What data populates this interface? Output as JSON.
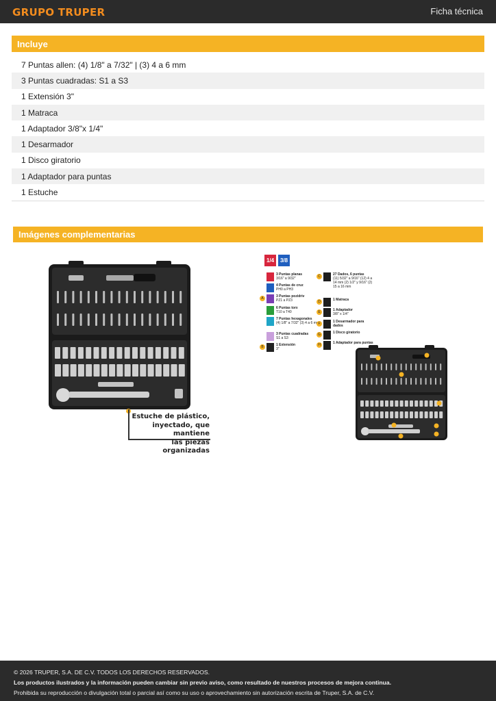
{
  "header": {
    "logo": "GRUPO TRUPER",
    "doc_type": "Ficha técnica"
  },
  "incluye": {
    "title": "Incluye",
    "items": [
      "7 Puntas allen: (4) 1/8\" a 7/32\" | (3) 4 a 6 mm",
      "3 Puntas cuadradas: S1 a S3",
      "1 Extensión 3\"",
      "1 Matraca",
      "1 Adaptador 3/8\"x 1/4\"",
      "1 Desarmador",
      "1 Disco giratorio",
      "1 Adaptador para puntas",
      "1 Estuche"
    ]
  },
  "imagenes": {
    "title": "Imágenes complementarias",
    "case_callout": [
      "Estuche de plástico,",
      "inyectado, que mantiene",
      "las piezas organizadas"
    ],
    "legend": {
      "badges": [
        "1/4",
        "3/8"
      ],
      "left": [
        {
          "title": "3 Puntas planas",
          "detail": "3/16\" a 9/32\"",
          "color": "#d7263d"
        },
        {
          "title": "4 Puntas de cruz",
          "detail": "PH0 a PH3",
          "color": "#1f5fbf"
        },
        {
          "title": "3 Puntas pozidriv",
          "detail": "PZ1 a PZ3",
          "color": "#7b3fb5",
          "marker": "A"
        },
        {
          "title": "6 Puntas torx",
          "detail": "T10 a T40",
          "color": "#2a9d3a"
        },
        {
          "title": "7 Puntas hexagonales",
          "detail": "(4) 1/8\" a 7/32\" (3) 4 a 6 mm",
          "color": "#1fa5c7"
        },
        {
          "title": "3 Puntas cuadradas",
          "detail": "S1 a S3",
          "color": "#c9a0dc"
        },
        {
          "title": "1 Extensión",
          "detail": "3\"",
          "color": "#222222",
          "marker": "B"
        }
      ],
      "right": [
        {
          "title": "27 Dados, 6 puntas",
          "detail": "(11) 5/32\" a 9/16\" (12) 4 a 14 mm (2) 1/2\" y 9/16\" (2) 15 a 16 mm",
          "marker": "C"
        },
        {
          "title": "1 Matraca",
          "detail": "",
          "marker": "D"
        },
        {
          "title": "1 Adaptador",
          "detail": "3/8\" x 1/4\"",
          "marker": "E"
        },
        {
          "title": "1 Desarmador para dados",
          "detail": "",
          "marker": "F"
        },
        {
          "title": "1 Disco giratorio",
          "detail": "",
          "marker": "G"
        },
        {
          "title": "1 Adaptador para puntas",
          "detail": "",
          "marker": "H"
        }
      ]
    }
  },
  "footer": {
    "copyright": "© 2026 TRUPER, S.A. DE C.V. TODOS LOS DERECHOS RESERVADOS.",
    "disclaimer": "Los productos ilustrados y la información pueden cambiar sin previo aviso, como resultado de nuestros procesos de mejora continua.",
    "prohibition": "Prohibida su reproducción o divulgación total o parcial así como su uso o aprovechamiento sin autorización escrita de Truper, S.A. de C.V."
  }
}
